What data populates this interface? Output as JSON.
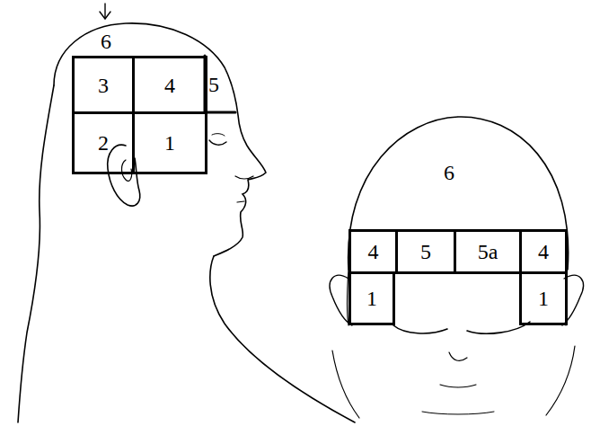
{
  "diagram": {
    "nodes": [
      {
        "text": [
          "3"
        ]
      },
      {
        "text": [
          "4"
        ]
      },
      {
        "text": [
          "2"
        ]
      },
      {
        "text": [
          "1"
        ]
      },
      {
        "text": [
          "4"
        ]
      },
      {
        "text": [
          "5"
        ]
      },
      {
        "text": [
          "5a"
        ]
      },
      {
        "text": [
          "4"
        ]
      },
      {
        "text": [
          "1"
        ]
      },
      {
        "text": [
          "1"
        ]
      }
    ],
    "labels": [
      "6",
      "5",
      "6"
    ]
  }
}
